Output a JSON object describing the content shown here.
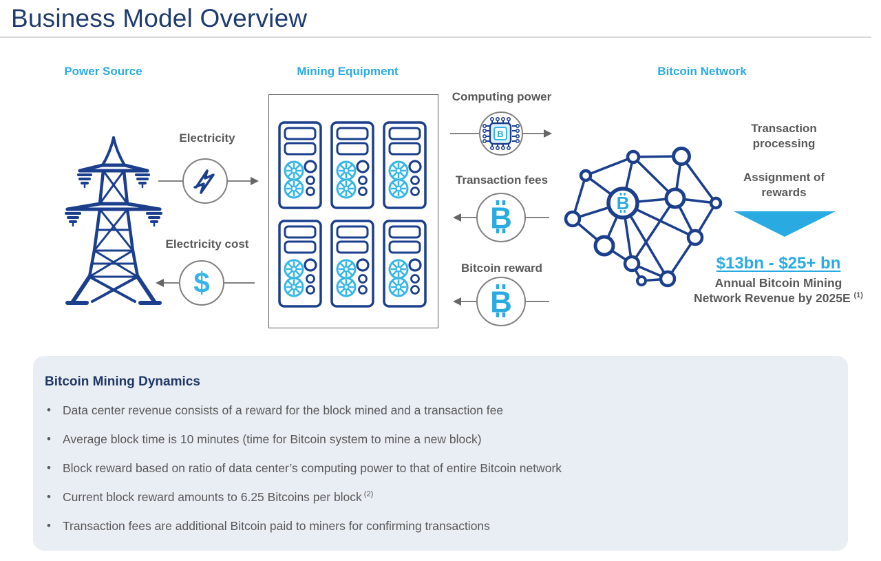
{
  "slide": {
    "title": "Business Model Overview"
  },
  "sections": {
    "power_source": "Power Source",
    "mining_equipment": "Mining Equipment",
    "bitcoin_network": "Bitcoin Network"
  },
  "flows": {
    "electricity": "Electricity",
    "electricity_cost": "Electricity cost",
    "computing_power": "Computing power",
    "transaction_fees": "Transaction fees",
    "bitcoin_reward": "Bitcoin reward",
    "transaction_processing": "Transaction processing",
    "assignment_of_rewards": "Assignment of rewards"
  },
  "revenue": {
    "range": "$13bn - $25+ bn",
    "caption_line1": "Annual Bitcoin Mining",
    "caption_line2": "Network Revenue by 2025E",
    "footnote_ref": "(1)"
  },
  "dynamics": {
    "heading": "Bitcoin Mining Dynamics",
    "bullets": [
      {
        "text": "Data center revenue consists of a reward for the block mined and a transaction fee",
        "sup": ""
      },
      {
        "text": "Average block time is 10 minutes (time for Bitcoin system to mine a new block)",
        "sup": ""
      },
      {
        "text": "Block reward based on ratio of data center’s computing power to that of entire Bitcoin network",
        "sup": ""
      },
      {
        "text": "Current block reward amounts to 6.25 Bitcoins per block",
        "sup": "(2)"
      },
      {
        "text": "Transaction fees are additional Bitcoin paid to miners for confirming transactions",
        "sup": ""
      }
    ]
  },
  "colors": {
    "title_navy": "#1f3b70",
    "graphic_navy": "#1b3f8c",
    "accent_cyan": "#29abe2",
    "fan_cyan": "#35b6e8",
    "text_gray": "#595959",
    "line_gray": "#808080",
    "box_bg": "#e9edf4"
  }
}
